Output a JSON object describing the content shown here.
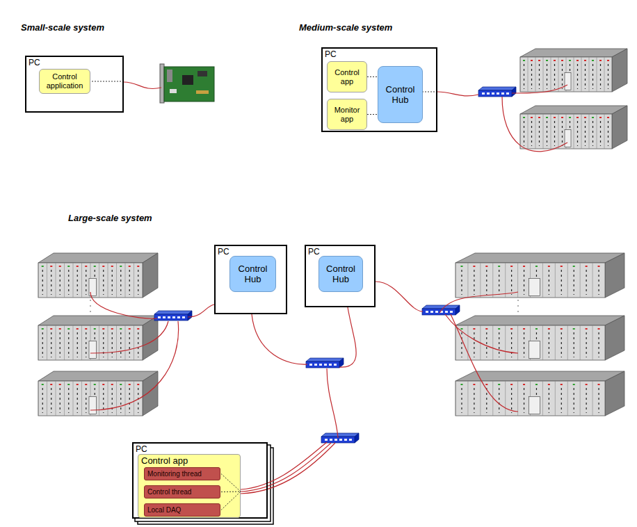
{
  "diagram": {
    "nodes": [
      {
        "text": [
          "PC"
        ]
      },
      {
        "text": [
          "Control application"
        ],
        "in": 0
      },
      {
        "text": [
          "PC"
        ]
      },
      {
        "text": [
          "Control app"
        ],
        "in": 2
      },
      {
        "text": [
          "Monitor app"
        ],
        "in": 2
      },
      {
        "text": [
          "Control Hub"
        ],
        "in": 2
      },
      {
        "text": [
          "PC"
        ]
      },
      {
        "text": [
          "Control Hub"
        ],
        "in": 6
      },
      {
        "text": [
          "PC"
        ]
      },
      {
        "text": [
          "Control Hub"
        ],
        "in": 8
      },
      {
        "text": [
          "PC"
        ]
      },
      {
        "text": [
          "Control app"
        ],
        "in": 10
      },
      {
        "text": [
          "Monitoring thread"
        ],
        "in": 11
      },
      {
        "text": [
          "Control thread"
        ],
        "in": 11
      },
      {
        "text": [
          "Local DAQ"
        ],
        "in": 11
      }
    ],
    "edges": [
      {
        "from": 3,
        "to": 5,
        "arrow": "none"
      },
      {
        "from": 4,
        "to": 5,
        "arrow": "none"
      }
    ],
    "labels": [
      "Small-scale system",
      "Medium-scale system",
      "Large-scale system"
    ]
  }
}
